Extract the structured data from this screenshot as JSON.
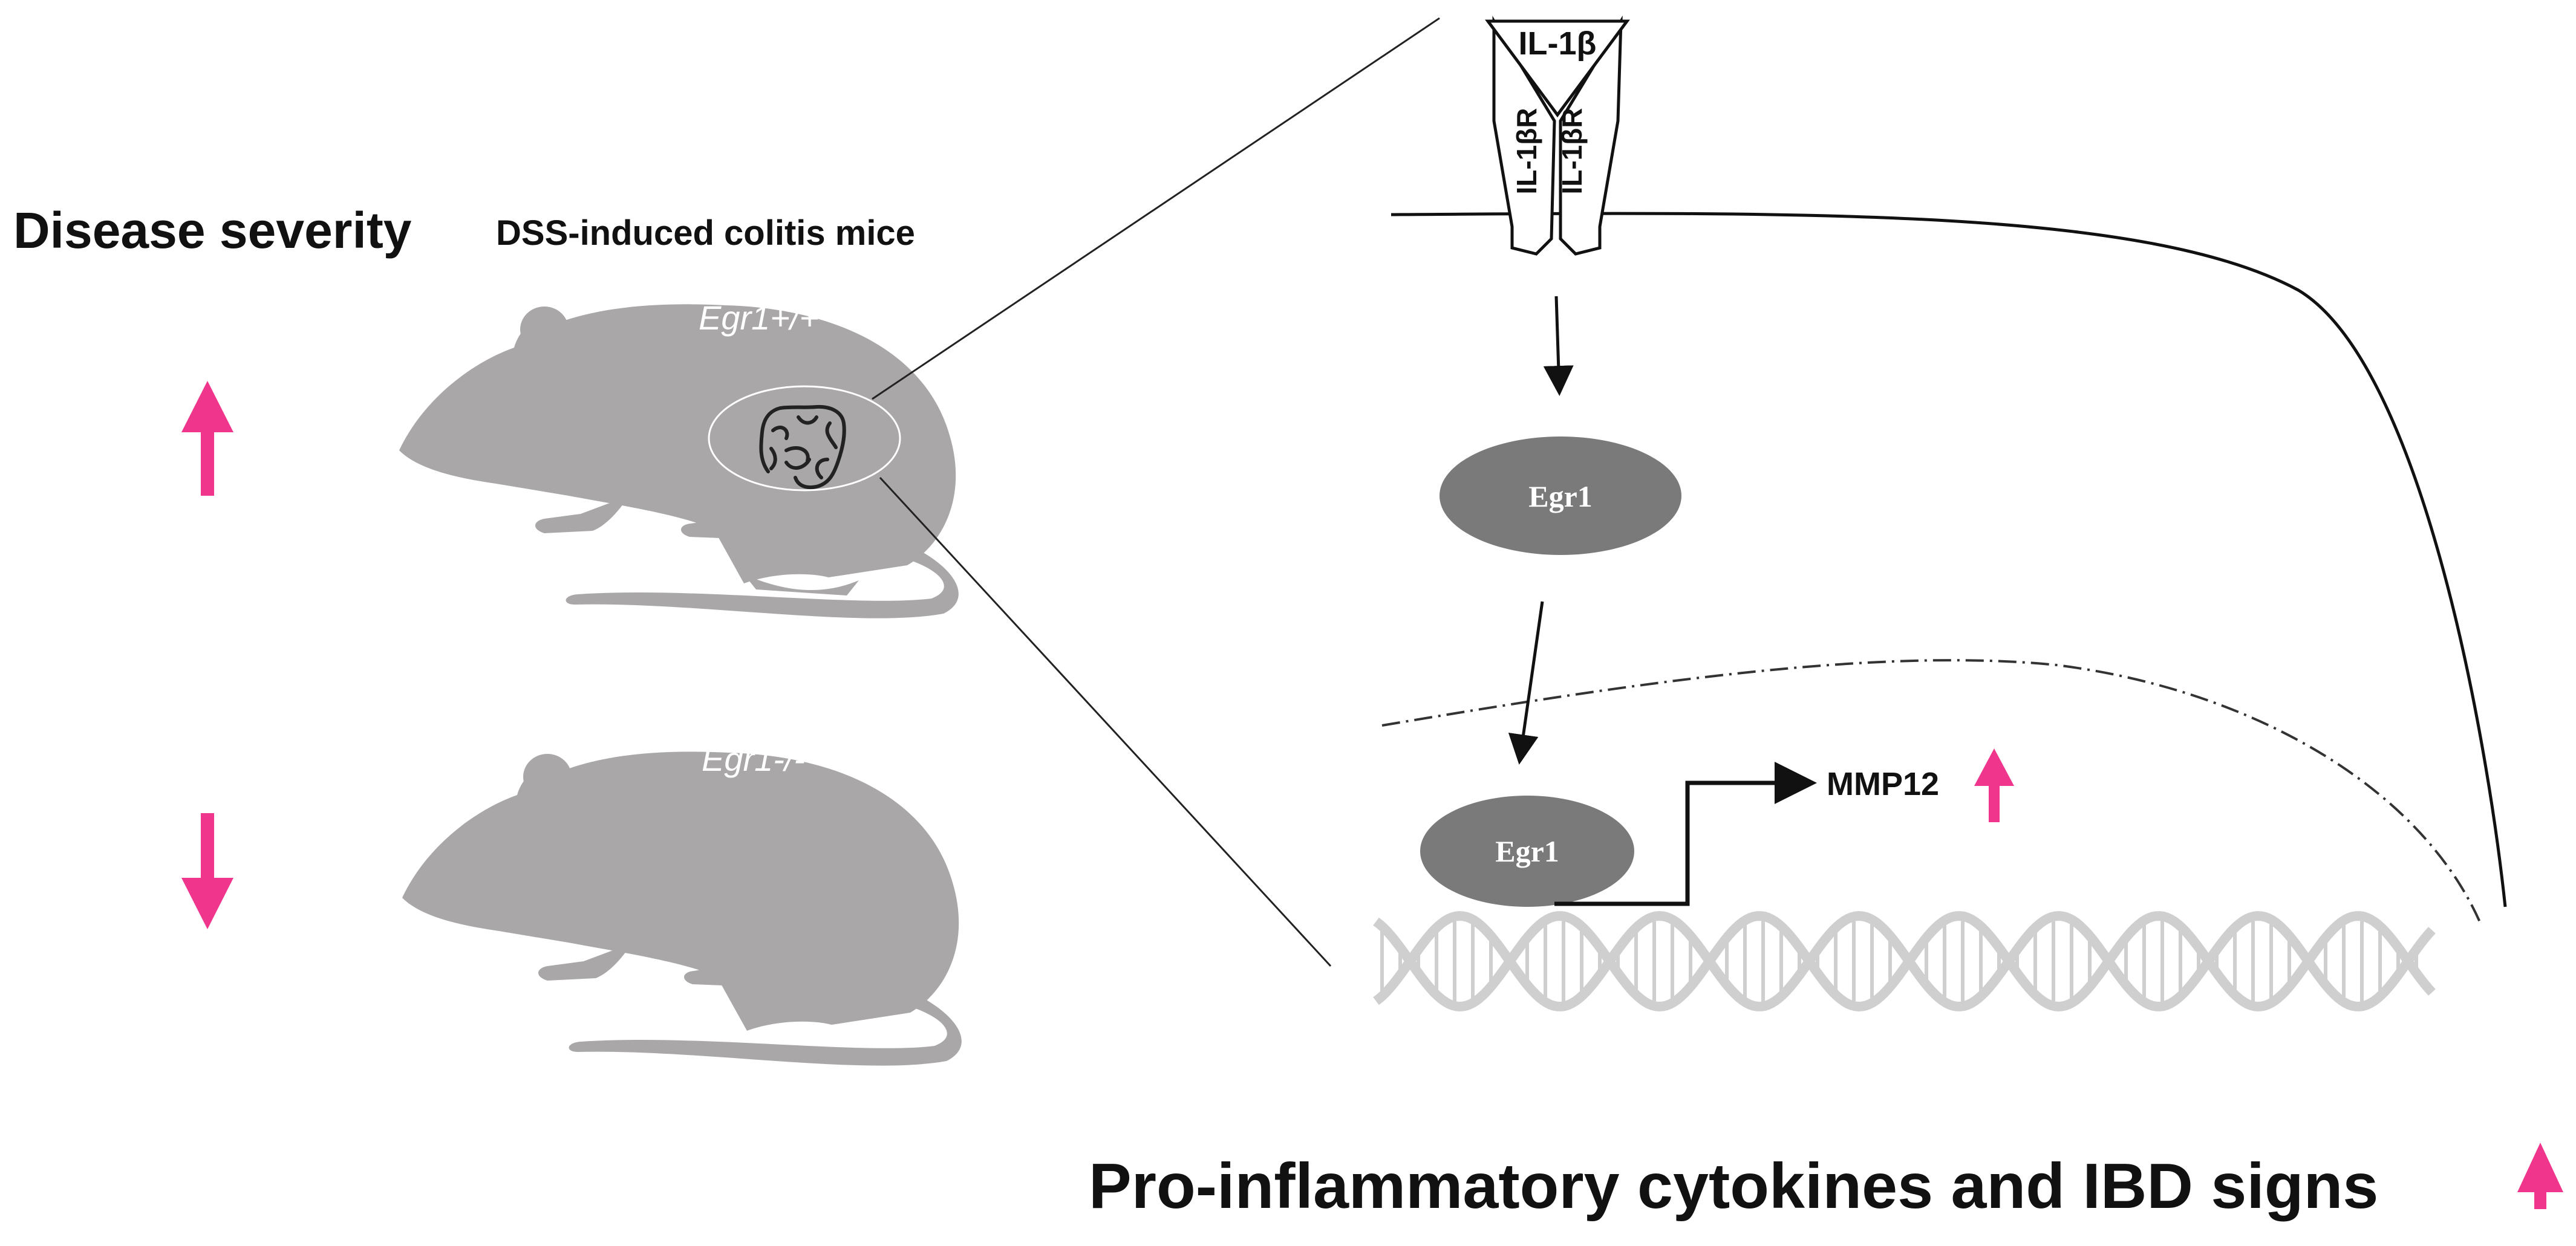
{
  "left_panel": {
    "severity_label": "Disease severity",
    "model_label": "DSS-induced colitis mice",
    "mouse_wt_label": "Egr1+/+",
    "mouse_ko_label": "Egr1-/-"
  },
  "pathway": {
    "ligand_label": "IL-1β",
    "receptor_left_label": "IL-1βR",
    "receptor_right_label": "IL-1βR",
    "cytoplasm_node_label": "Egr1",
    "nucleus_node_label": "Egr1",
    "target_gene_label": "MMP12"
  },
  "footer": {
    "outcome_label": "Pro-inflammatory cytokines and IBD signs"
  },
  "colors": {
    "mouse_fill": "#a9a7a8",
    "node_fill": "#7a7a7a",
    "arrow_up_down": "#f0358c",
    "dna": "#cfcfcf",
    "line": "#111111"
  },
  "icons": {
    "severity_up": "up-arrow-icon",
    "severity_down": "down-arrow-icon",
    "mmp12_up": "up-arrow-icon",
    "outcome_up": "up-arrow-icon",
    "colon": "intestine-icon",
    "dna": "dna-helix-icon"
  }
}
